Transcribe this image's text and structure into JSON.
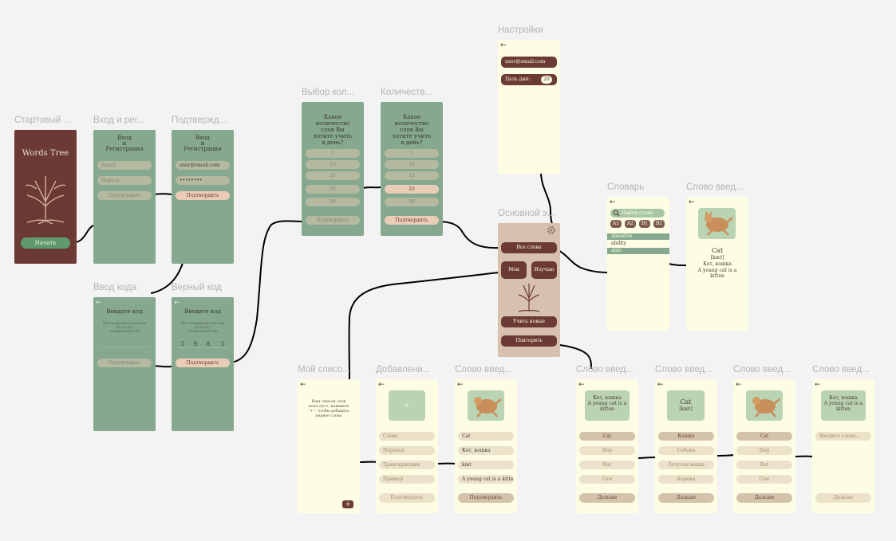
{
  "frames": {
    "start": {
      "label": "Стартовый ...",
      "title": "Words Tree",
      "button": "Начать"
    },
    "login": {
      "label": "Вход и рег...",
      "heading": "Вход\nи\nРегистрация",
      "email_placeholder": "Email",
      "password_placeholder": "Пароль",
      "button": "Подтвердить"
    },
    "confirm": {
      "label": "Подтвержд...",
      "heading": "Вход\nи\nРегистрация",
      "email_value": "user@email.com",
      "password_value": "••••••••",
      "button": "Подтвердить"
    },
    "code_entry": {
      "label": "Ввод кода",
      "back": "←",
      "heading": "Введите код",
      "hint": "Мы отправили вам код на почту user@email.com",
      "button": "Подтвердить"
    },
    "code_ok": {
      "label": "Верный код",
      "back": "←",
      "heading": "Введите код",
      "hint": "Мы отправили вам код на почту user@email.com",
      "digits": [
        "5",
        "9",
        "8",
        "5"
      ],
      "button": "Подтвердить"
    },
    "count_select": {
      "label": "Выбор кол...",
      "question": "Какое количество слов Вы хотите учить в день?",
      "options": [
        "5",
        "10",
        "15",
        "20",
        "30"
      ],
      "button": "Подтвердить"
    },
    "count_chosen": {
      "label": "Количеств...",
      "question": "Какое количество слов Вы хотите учить в день?",
      "options": [
        "5",
        "10",
        "15",
        "20",
        "30"
      ],
      "selected": "20",
      "button": "Подтвердить"
    },
    "settings": {
      "label": "Настройки",
      "back": "←",
      "email": "user@email.com",
      "goal_label": "Цель дня:",
      "goal_value": "20"
    },
    "main": {
      "label": "Основной э...",
      "all_words": "Все слова",
      "mine": "Мои",
      "learning": "Изучаю",
      "learn_new": "Учить новые",
      "repeat": "Повторить"
    },
    "dictionary": {
      "label": "Словарь",
      "back": "←",
      "search_placeholder": "Найти слово",
      "levels": [
        "A1",
        "A2",
        "B1",
        "B2"
      ],
      "words": [
        "abandon",
        "ability",
        "able"
      ]
    },
    "word_detail": {
      "label": "Слово введ...",
      "back": "←",
      "word": "Cat",
      "transcription": "[kæt]",
      "translation": "Кот, кошка",
      "example": "A young cat is a kitten"
    },
    "my_list": {
      "label": "Мой списо...",
      "back": "←",
      "empty_text": "Ваш список слов пока пуст, нажмите \"+\", чтобы добавить первое слово",
      "add": "+"
    },
    "add_word": {
      "label": "Добавлени...",
      "back": "←",
      "image_placeholder": "+",
      "fields": [
        "Слово",
        "Перевод",
        "Транскрипция",
        "Пример"
      ],
      "button": "Подтвердить"
    },
    "word_filled": {
      "label": "Слово введ...",
      "back": "←",
      "values": [
        "Cat",
        "Кот, кошка",
        "kæt",
        "A young cat is a kitten"
      ],
      "button": "Подтвердить"
    },
    "quiz1": {
      "label": "Слово введ...",
      "back": "←",
      "card": "Кот, кошка\nA young cat is a\nkitten",
      "options": [
        "Cat",
        "Dog",
        "Bat",
        "Cow"
      ],
      "button": "Дальше"
    },
    "quiz2": {
      "label": "Слово введ...",
      "back": "←",
      "card_word": "Cat",
      "card_trans": "[kæt]",
      "options": [
        "Кошка",
        "Собака",
        "Летучая мышь",
        "Корова"
      ],
      "button": "Дальше"
    },
    "quiz3": {
      "label": "Слово введ...",
      "back": "←",
      "options": [
        "Cat",
        "Dog",
        "Bat",
        "Cow"
      ],
      "button": "Дальше"
    },
    "quiz4": {
      "label": "Слово введ...",
      "back": "←",
      "card": "Кот, кошка\nA young cat is a\nkitten",
      "input_placeholder": "Введите слово...",
      "button": "Дальше"
    }
  },
  "colors": {
    "green": "#85a88e",
    "brown": "#6b3a34",
    "cream": "#fdfde4",
    "tan": "#d7c1ae",
    "canvas": "#f3f3f3",
    "wire": "#000000"
  },
  "icons": [
    "tree-icon",
    "gear-icon",
    "cat-image",
    "back-arrow-icon",
    "search-icon",
    "plus-icon"
  ]
}
